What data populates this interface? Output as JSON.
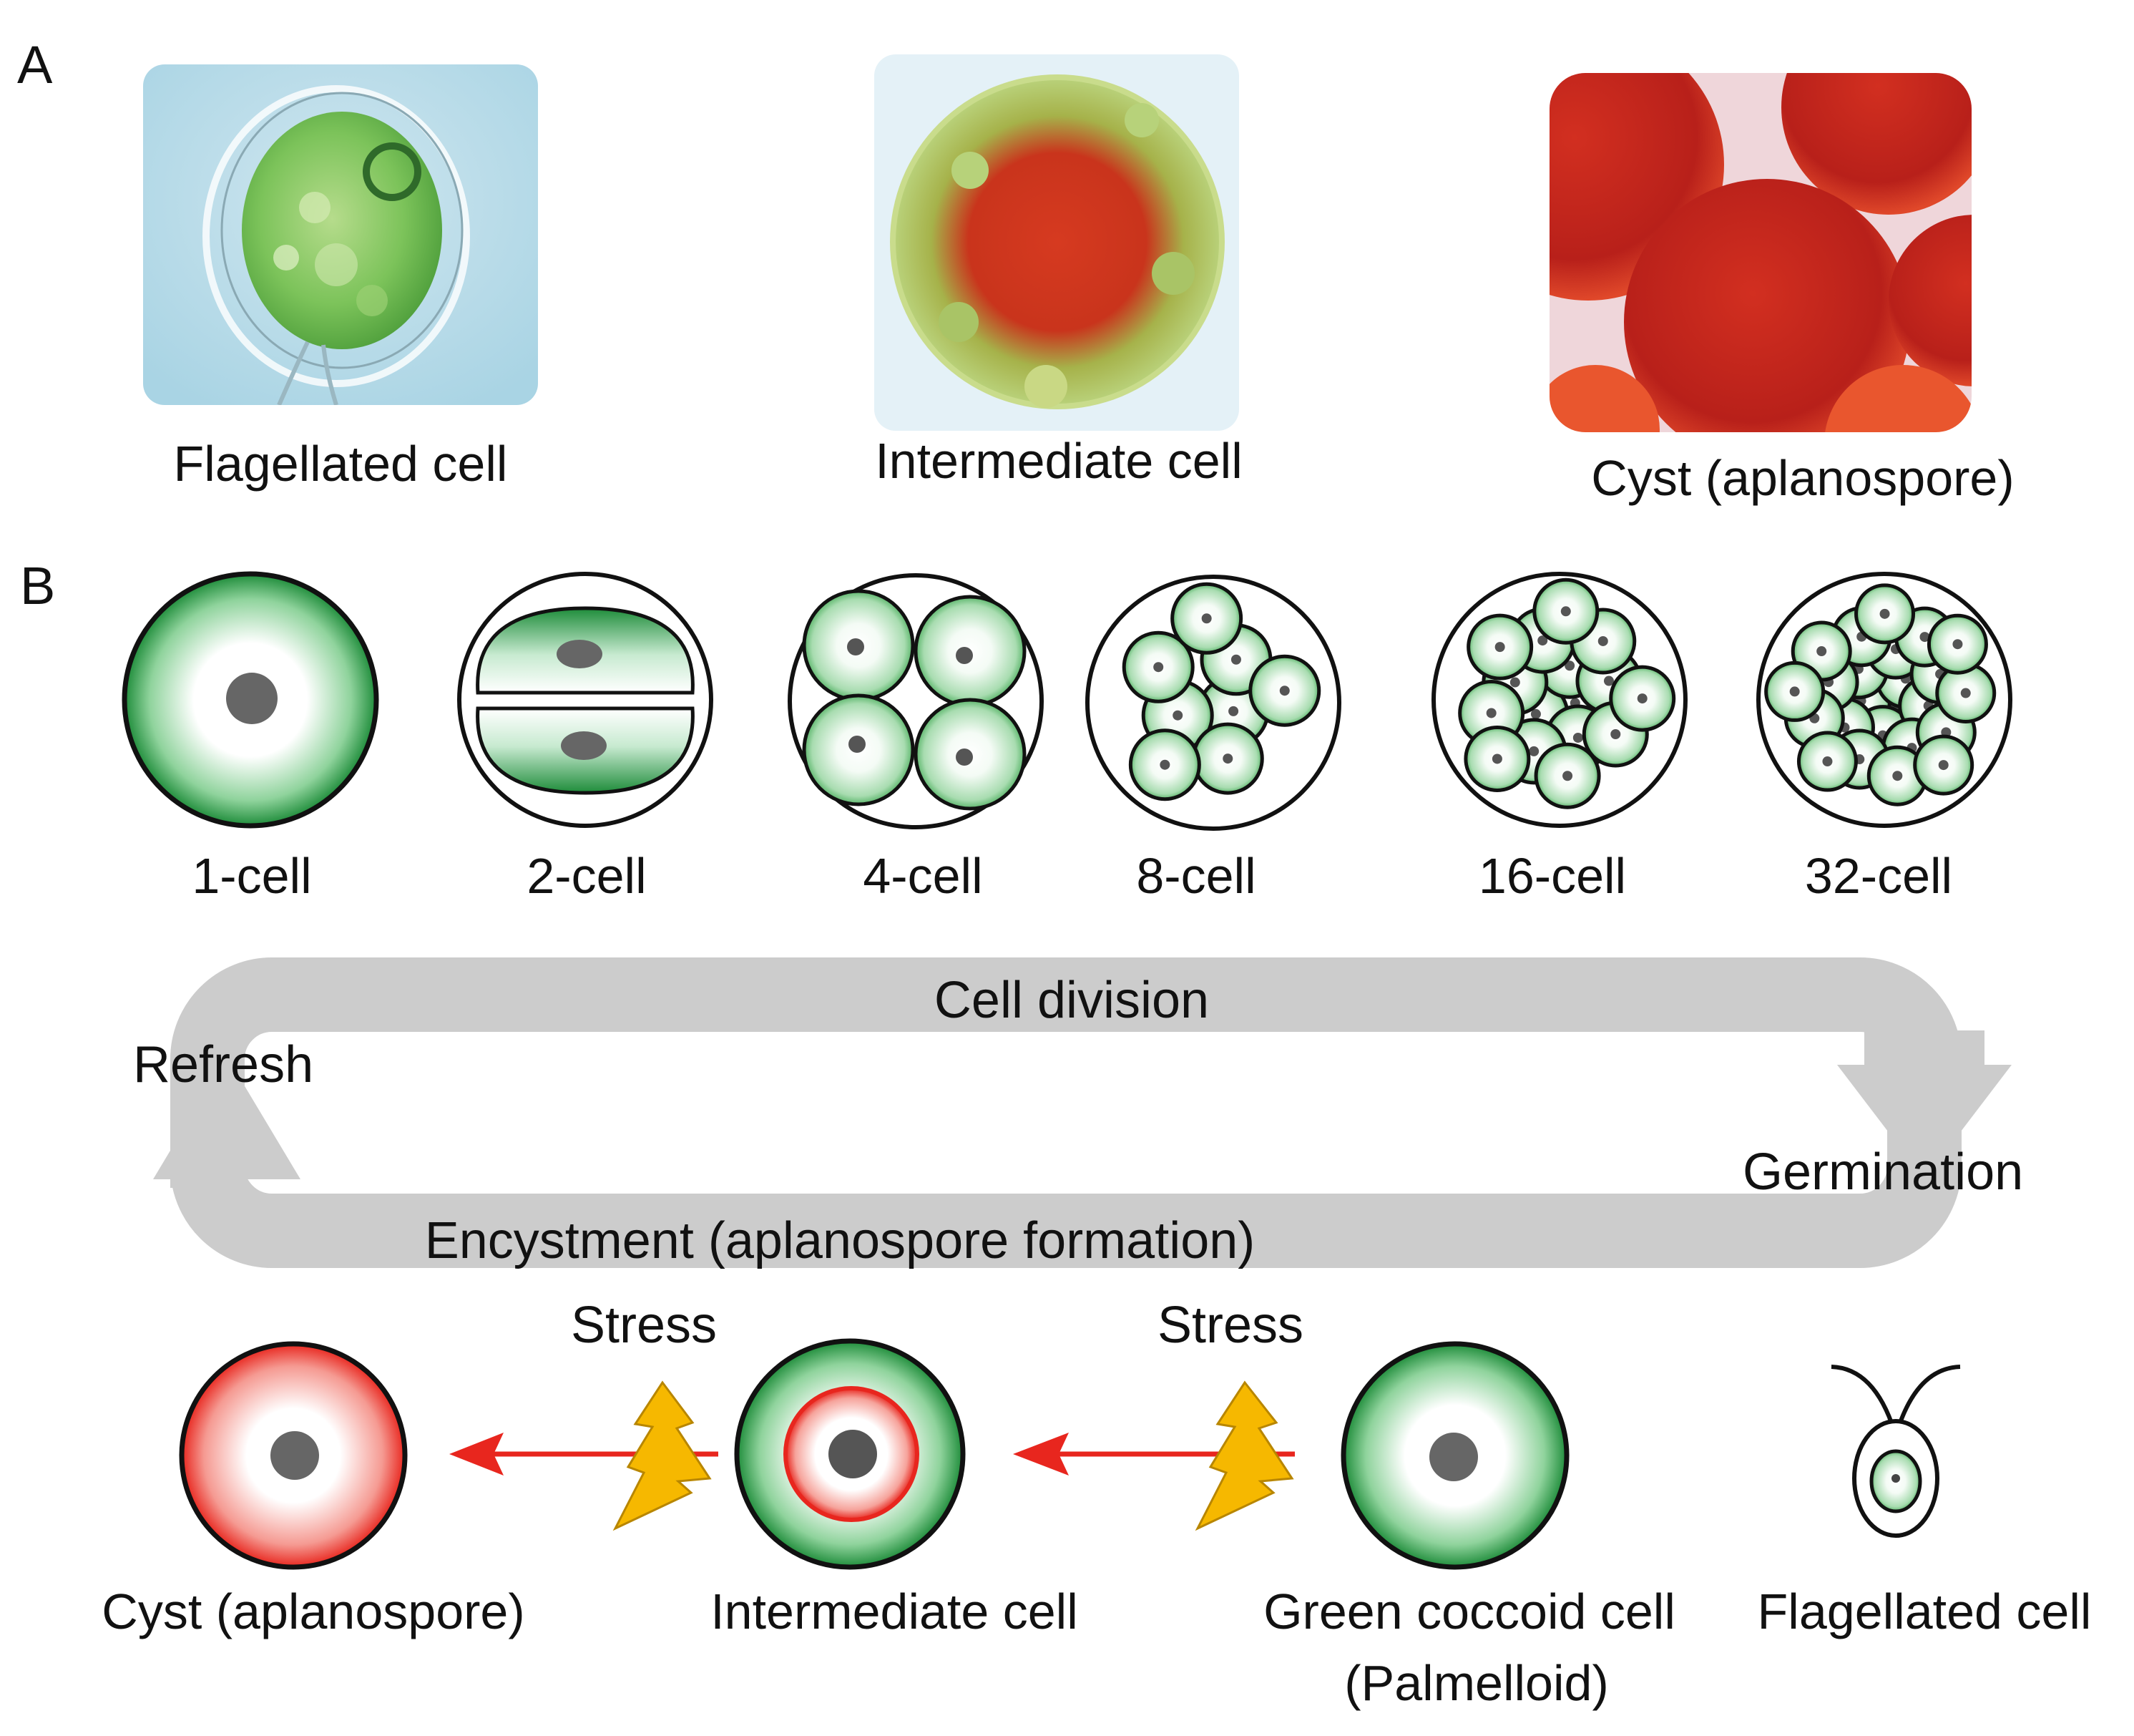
{
  "panel_a": {
    "letter": "A",
    "photos": [
      {
        "label": "Flagellated cell"
      },
      {
        "label": "Intermediate cell"
      },
      {
        "label": "Cyst (aplanospore)"
      }
    ]
  },
  "panel_b": {
    "letter": "B",
    "division_stages": [
      "1-cell",
      "2-cell",
      "4-cell",
      "8-cell",
      "16-cell",
      "32-cell"
    ],
    "cycle": {
      "top": "Cell division",
      "left": "Refresh",
      "right": "Germination",
      "bottom": "Encystment (aplanospore formation)"
    },
    "stress_labels": [
      "Stress",
      "Stress"
    ],
    "stages": {
      "cyst": "Cyst (aplanospore)",
      "intermediate": "Intermediate cell",
      "green_line1": "Green coccoid cell",
      "green_line2": "(Palmelloid)",
      "flagellated": "Flagellated cell"
    }
  },
  "colors": {
    "green": "#1e8c3a",
    "red": "#e8261e",
    "arrow_gray": "#cccccc",
    "bolt": "#f6b800"
  }
}
